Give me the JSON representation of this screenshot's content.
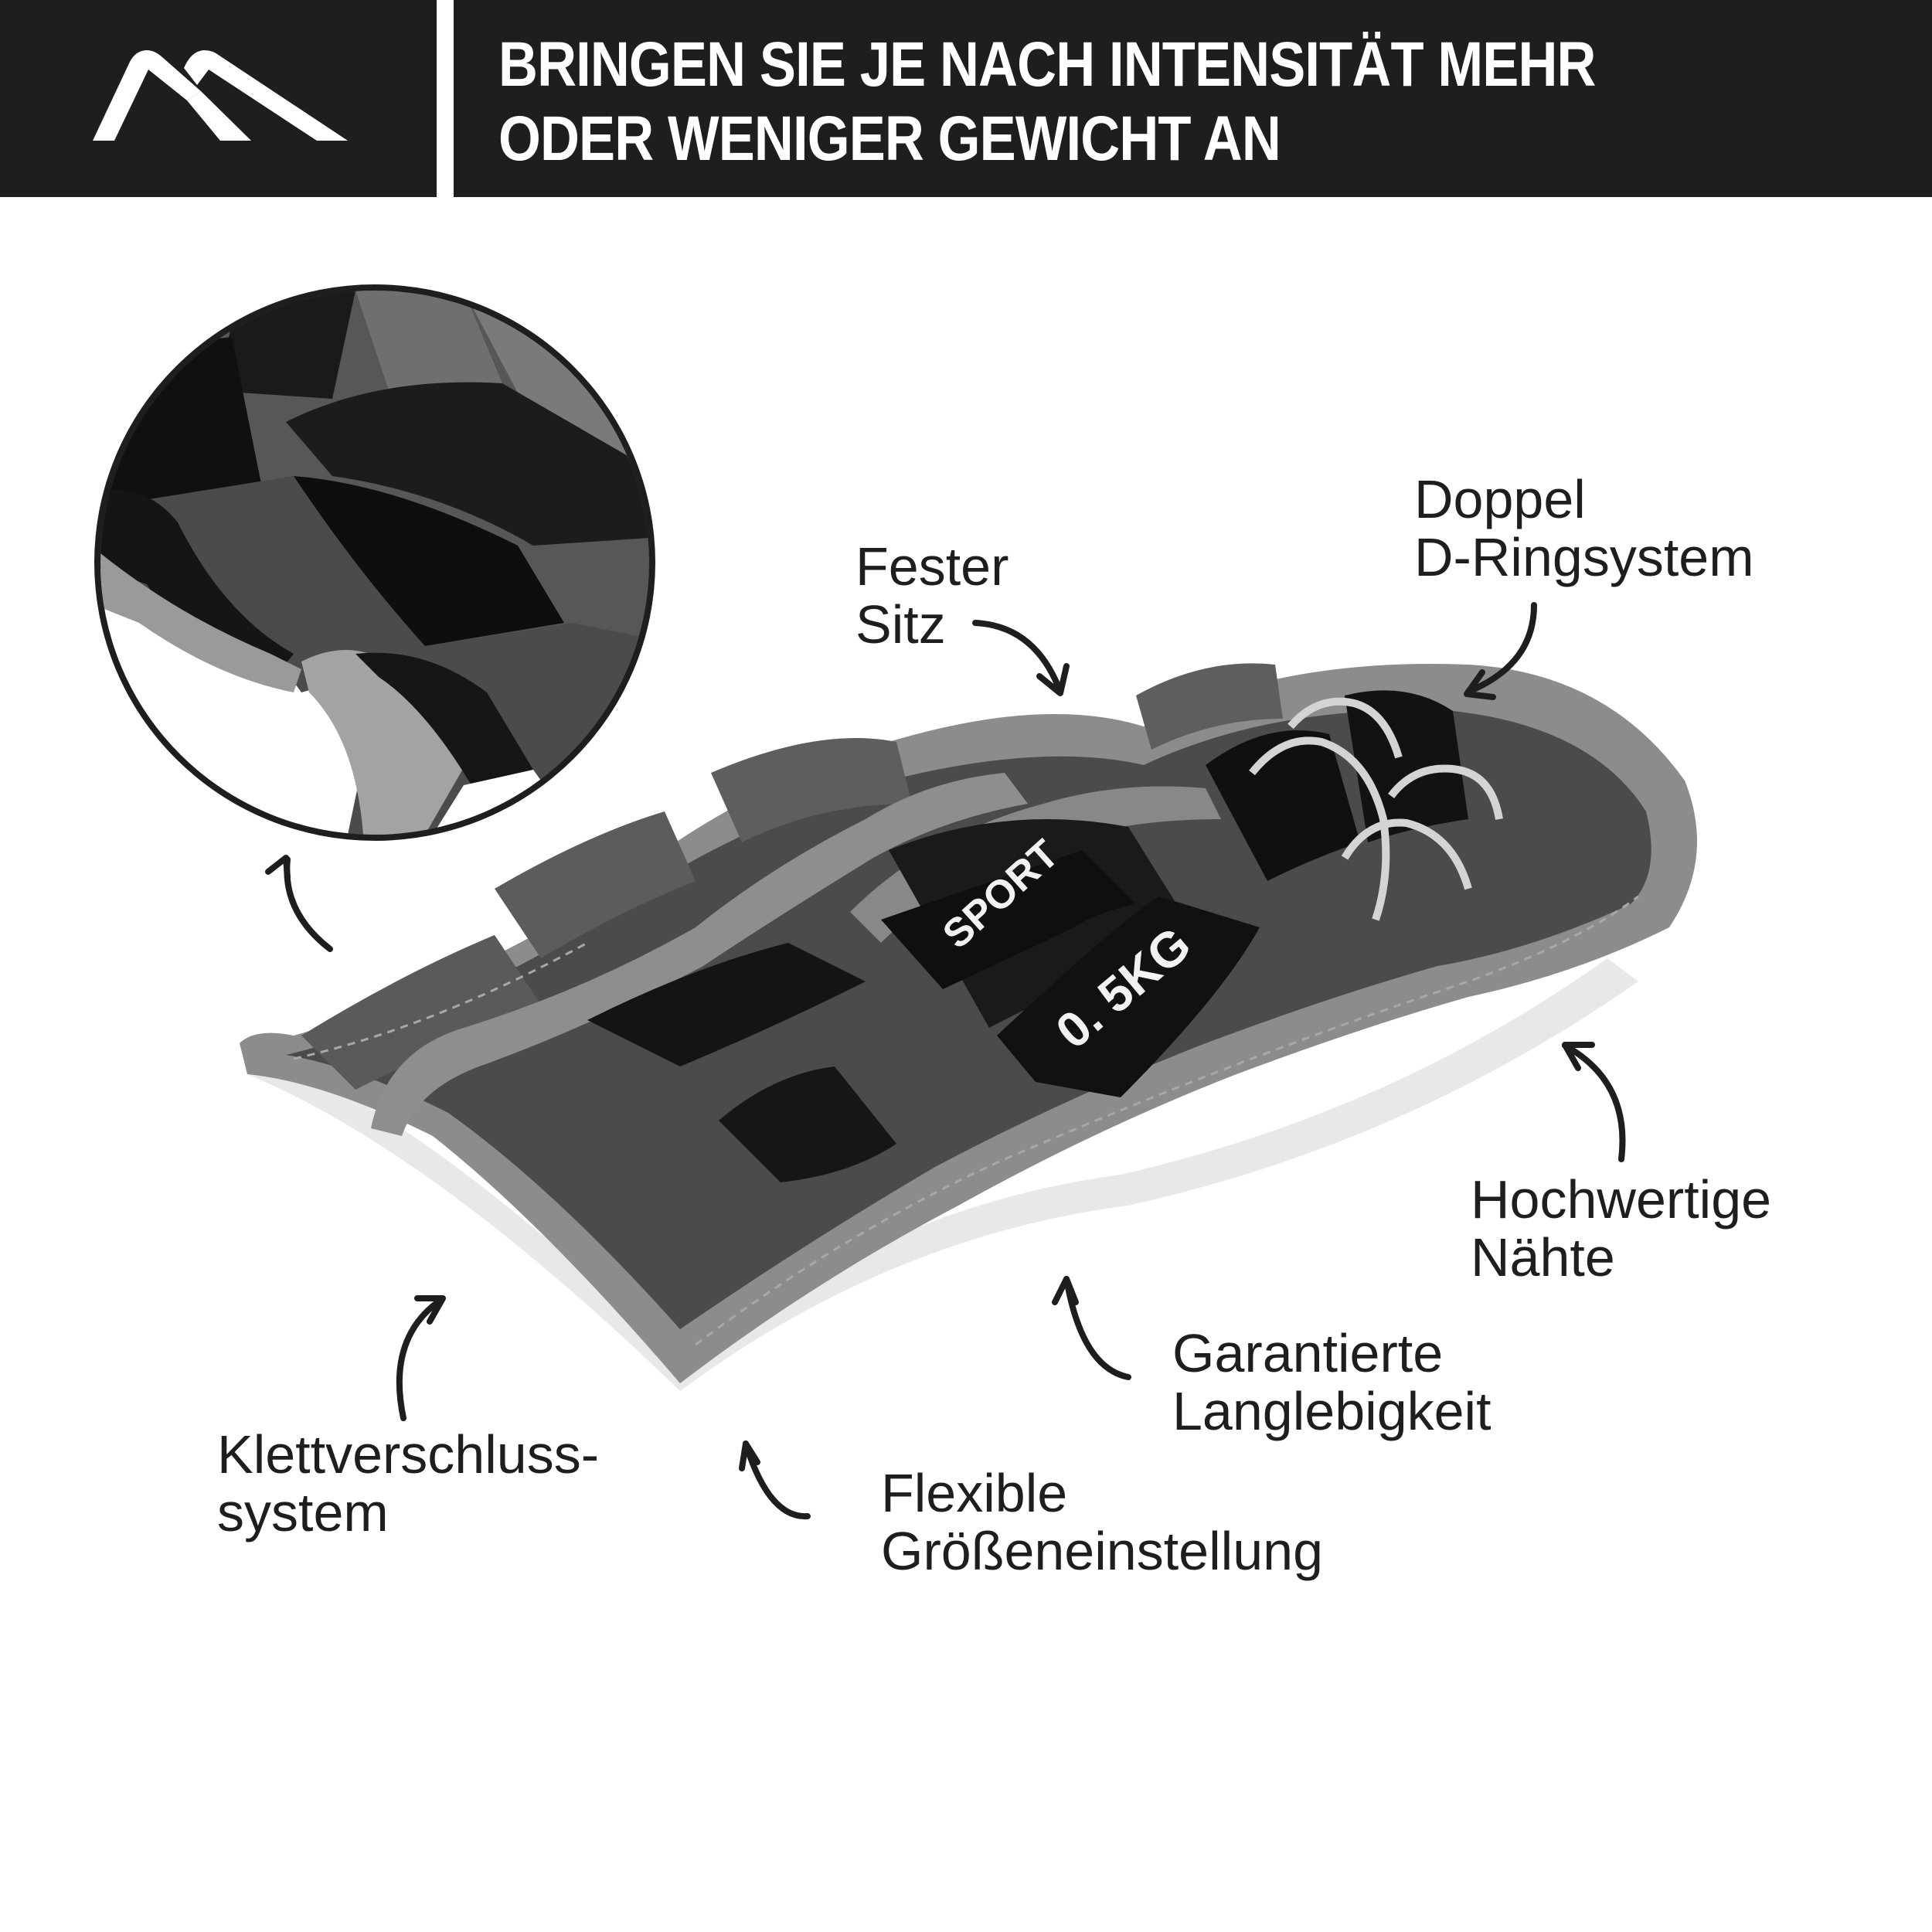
{
  "header": {
    "title_lines": [
      "BRINGEN SIE JE NACH INTENSITÄT MEHR",
      "ODER WENIGER GEWICHT AN"
    ],
    "logo_icon": "mountain-logo-icon",
    "background_color": "#1e1e1e",
    "text_color": "#ffffff"
  },
  "inset": {
    "description": "Close-up of velcro strap and weight pockets",
    "border_color": "#1e1e1e"
  },
  "product": {
    "brand_label": "SPORT",
    "weight_label": "0. 5KG",
    "fabric_color": "#4a4a4a",
    "binding_color": "#8c8c8c",
    "strap_color": "#161616",
    "ring_color": "#d9d9d9"
  },
  "callouts": [
    {
      "id": "fester-sitz",
      "lines": [
        "Fester",
        "Sitz"
      ]
    },
    {
      "id": "doppel-d-ringsystem",
      "lines": [
        "Doppel",
        "D-Ringsystem"
      ]
    },
    {
      "id": "hochwertige-naehte",
      "lines": [
        "Hochwertige",
        "Nähte"
      ]
    },
    {
      "id": "garantierte-langlebigkeit",
      "lines": [
        "Garantierte",
        "Langlebigkeit"
      ]
    },
    {
      "id": "klettverschluss-system",
      "lines": [
        "Klettverschluss-",
        "system"
      ]
    },
    {
      "id": "flexible-groesseneinstellung",
      "lines": [
        "Flexible",
        "Größeneinstellung"
      ]
    }
  ],
  "arrow_icon": "curved-arrow-icon"
}
